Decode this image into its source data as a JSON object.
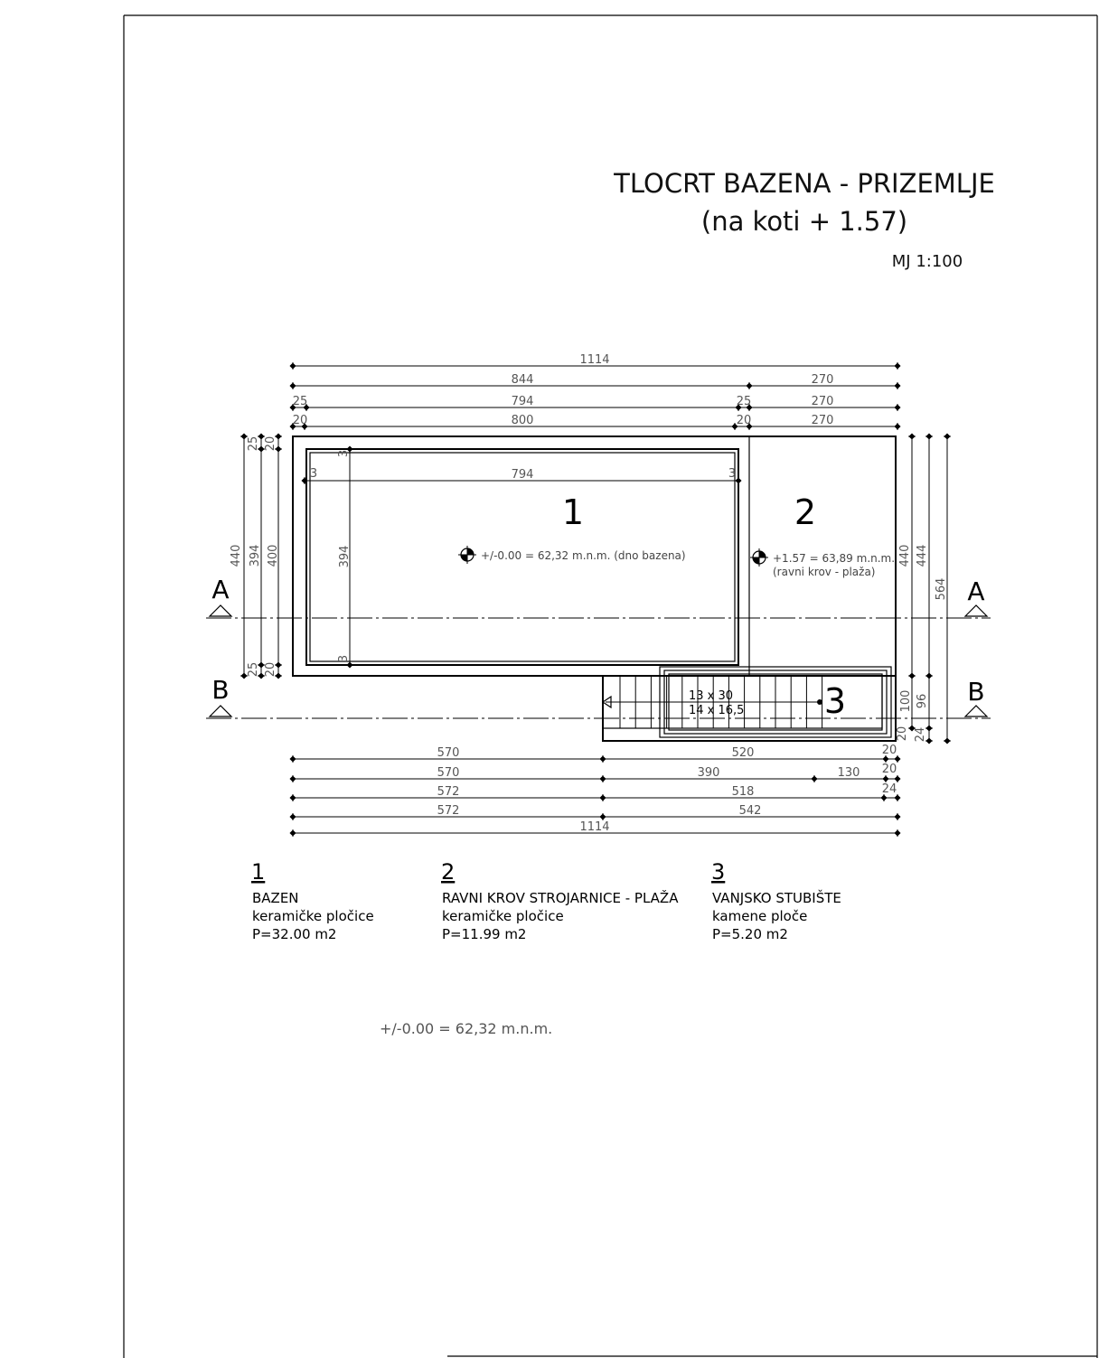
{
  "title": {
    "line1": "TLOCRT  BAZENA - PRIZEMLJE",
    "line2": "(na koti  + 1.57)",
    "scale": "MJ  1:100"
  },
  "zones": {
    "pool": "1",
    "roof": "2",
    "stairs": "3"
  },
  "levels": {
    "pool_bottom": "+/-0.00 = 62,32 m.n.m. (dno bazena)",
    "roof_level": "+1.57 = 63,89 m.n.m.",
    "roof_note": "(ravni krov - plaža)"
  },
  "stairs": {
    "treads": "13 x 30",
    "risers": "14 x 16,5"
  },
  "sections": {
    "a": "A",
    "b": "B"
  },
  "dimensions": {
    "top_rows": [
      [
        "1114"
      ],
      [
        "844",
        "270"
      ],
      [
        "25",
        "794",
        "25",
        "270"
      ],
      [
        "20",
        "800",
        "20",
        "270"
      ]
    ],
    "inner_width": "794",
    "inner_left": "3",
    "inner_right": "3",
    "inner_top": "3",
    "inner_bottom": "3",
    "inner_height": "394",
    "left_vertical": [
      "440",
      "394",
      "400"
    ],
    "left_small": [
      "25",
      "20",
      "25",
      "20"
    ],
    "right_vertical": [
      "440",
      "444",
      "564"
    ],
    "right_small": [
      "100",
      "96",
      "20",
      "24"
    ],
    "bottom_rows": [
      [
        "570",
        "520",
        "20"
      ],
      [
        "570",
        "390",
        "130",
        "20"
      ],
      [
        "572",
        "518",
        "24"
      ],
      [
        "572",
        "542"
      ],
      [
        "1114"
      ]
    ]
  },
  "legend": [
    {
      "num": "1",
      "name": "BAZEN",
      "material": "keramičke pločice",
      "area": "P=32.00 m2"
    },
    {
      "num": "2",
      "name": "RAVNI KROV STROJARNICE - PLAŽA",
      "material": "keramičke pločice",
      "area": "P=11.99 m2"
    },
    {
      "num": "3",
      "name": "VANJSKO STUBIŠTE",
      "material": "kamene ploče",
      "area": "P=5.20 m2"
    }
  ],
  "datum": "+/-0.00 = 62,32 m.n.m."
}
